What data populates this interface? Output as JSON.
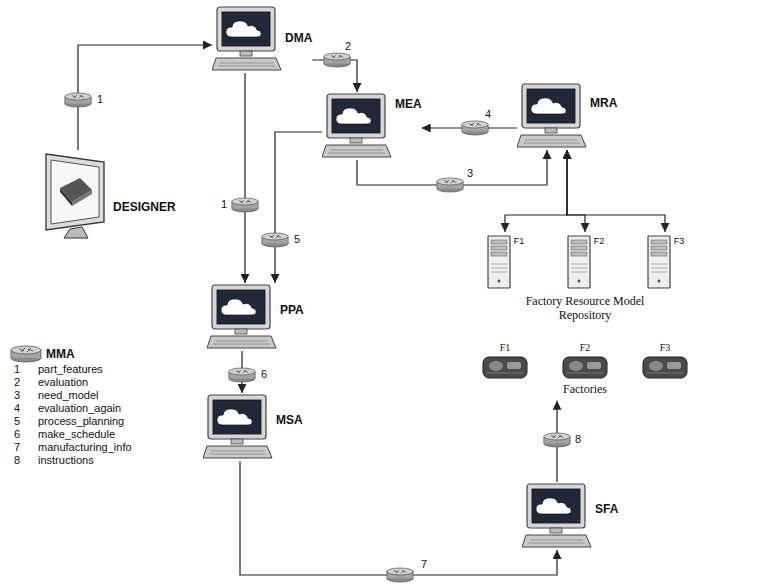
{
  "diagram": {
    "nodes": [
      {
        "text": [
          "DESIGNER"
        ]
      },
      {
        "text": [
          "DMA"
        ]
      },
      {
        "text": [
          "MEA"
        ]
      },
      {
        "text": [
          "MRA"
        ]
      },
      {
        "text": [
          "Factory Resource Model Repository"
        ]
      },
      {
        "text": [
          "F1"
        ],
        "in": 4
      },
      {
        "text": [
          "F2"
        ],
        "in": 4
      },
      {
        "text": [
          "F3"
        ],
        "in": 4
      },
      {
        "text": [
          "PPA"
        ]
      },
      {
        "text": [
          "MSA"
        ]
      },
      {
        "text": [
          "Factories"
        ]
      },
      {
        "text": [
          "F1"
        ],
        "in": 10
      },
      {
        "text": [
          "F2"
        ],
        "in": 10
      },
      {
        "text": [
          "F3"
        ],
        "in": 10
      },
      {
        "text": [
          "SFA"
        ]
      }
    ],
    "edges": [
      {
        "from": 0,
        "to": 1,
        "arrow": "to",
        "label": "1"
      },
      {
        "from": 1,
        "to": 2,
        "arrow": "to",
        "label": "2"
      },
      {
        "from": 1,
        "to": 8,
        "arrow": "to",
        "label": "1"
      },
      {
        "from": 3,
        "to": 2,
        "arrow": "to",
        "label": "4"
      },
      {
        "from": 2,
        "to": 3,
        "arrow": "to",
        "label": "3"
      },
      {
        "from": 2,
        "to": 8,
        "arrow": "to",
        "label": "5"
      },
      {
        "from": 8,
        "to": 9,
        "arrow": "to",
        "label": "6"
      },
      {
        "from": 9,
        "to": 14,
        "arrow": "to",
        "label": "7"
      },
      {
        "from": 3,
        "to": 5,
        "arrow": "both"
      },
      {
        "from": 3,
        "to": 6,
        "arrow": "both"
      },
      {
        "from": 3,
        "to": 7,
        "arrow": "both"
      },
      {
        "from": 14,
        "to": 10,
        "arrow": "to",
        "label": "8"
      }
    ],
    "labels": [
      "MMA",
      "1",
      "2",
      "3",
      "4",
      "5",
      "6",
      "7",
      "8"
    ],
    "legend": [
      {
        "text": "part_features"
      },
      {
        "text": "evaluation"
      },
      {
        "text": "need_model"
      },
      {
        "text": "evaluation_again"
      },
      {
        "text": "process_planning"
      },
      {
        "text": "make_schedule"
      },
      {
        "text": "manufacturing_info"
      },
      {
        "text": "instructions"
      }
    ]
  }
}
